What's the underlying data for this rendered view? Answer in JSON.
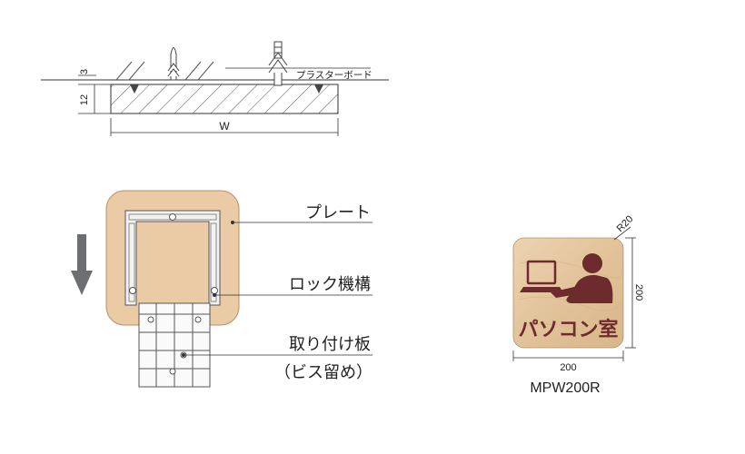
{
  "section_view": {
    "dim_top": "3",
    "dim_side": "12",
    "dim_width": "W",
    "board_label": "プラスターボード"
  },
  "mount_view": {
    "labels": {
      "plate": "プレート",
      "lock": "ロック機構",
      "bracket": "取り付け板",
      "screw": "（ビス留め）"
    }
  },
  "sign": {
    "text": "パソコン室",
    "radius": "R20",
    "dim_height": "200",
    "dim_width": "200",
    "model": "MPW200R",
    "colors": {
      "wood": "#e6c9a2",
      "icon": "#6e2b2e",
      "text": "#6e2b2e"
    }
  }
}
